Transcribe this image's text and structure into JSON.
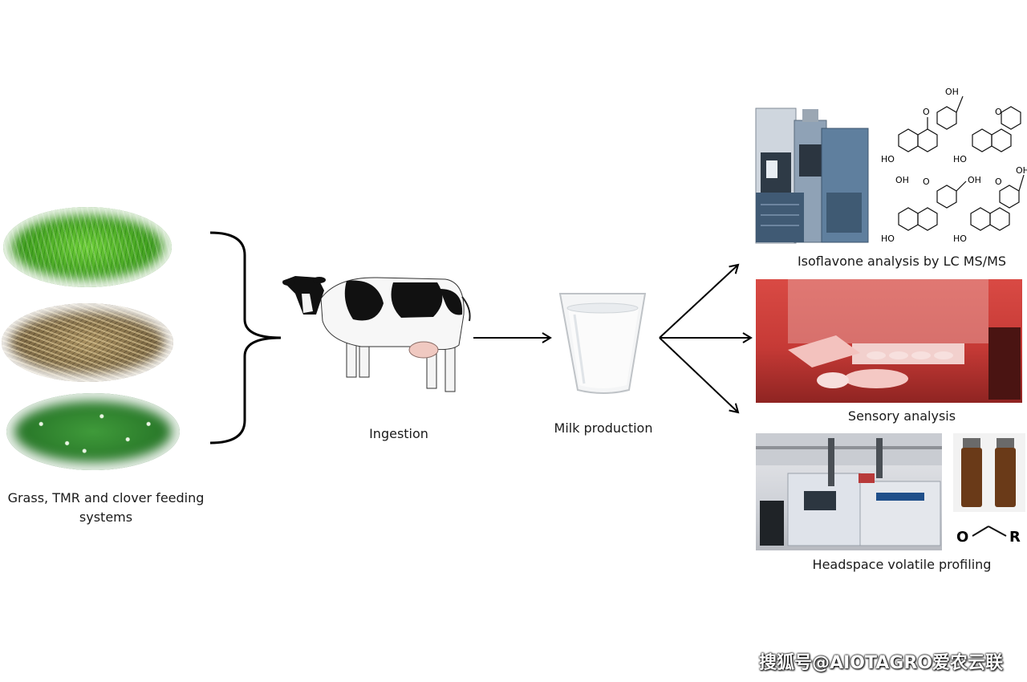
{
  "labels": {
    "feeding": "Grass, TMR and clover feeding systems",
    "ingestion": "Ingestion",
    "milk": "Milk production",
    "isoflavone": "Isoflavone analysis by LC MS/MS",
    "sensory": "Sensory analysis",
    "headspace": "Headspace volatile profiling"
  },
  "chem": {
    "oh": "OH",
    "ho": "HO",
    "o": "O",
    "r": "R"
  },
  "watermark": "搜狐号@AIOTAGRO爱农云联",
  "icons": {
    "grass": "grass-feed-image",
    "tmr": "tmr-feed-image",
    "clover": "clover-feed-image",
    "cow": "holstein-cow-image",
    "milk": "milk-glass-image",
    "lcms": "lc-ms-instrument-image",
    "sensory": "sensory-lab-photo",
    "gc": "gc-ms-instrument-photo",
    "vials": "sample-vials-photo"
  }
}
